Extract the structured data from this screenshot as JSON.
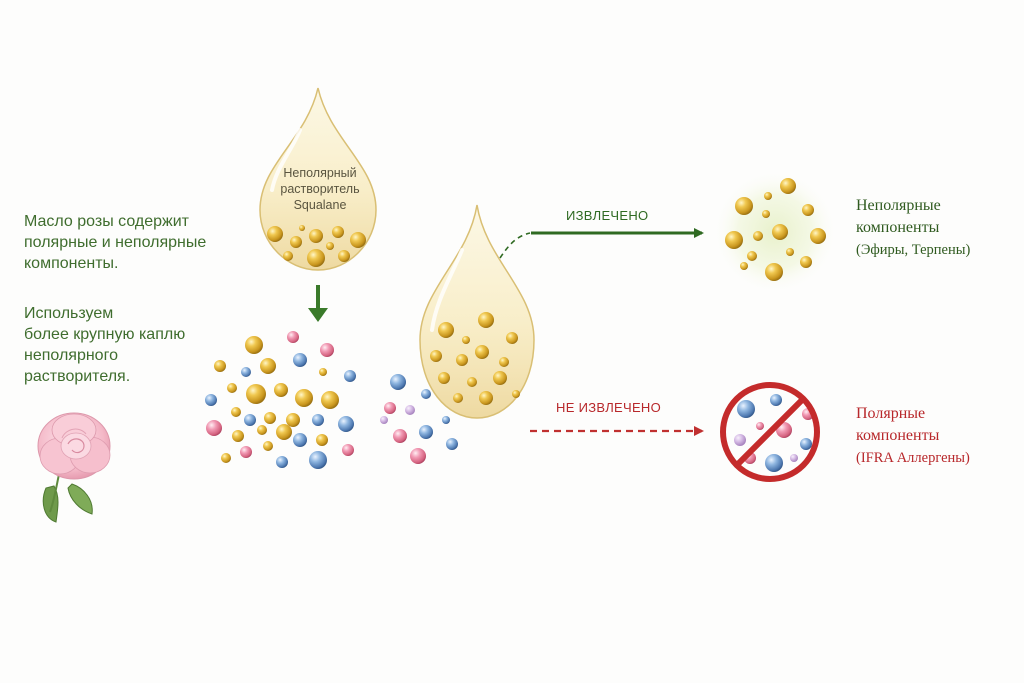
{
  "intro": {
    "lines": [
      "Масло розы содержит",
      "полярные и неполярные",
      "компоненты."
    ]
  },
  "method": {
    "lines": [
      "Используем",
      "более крупную каплю",
      "неполярного",
      "растворителя."
    ]
  },
  "solvent_drop": {
    "lines": [
      "Неполярный",
      "растворитель",
      "Squalane"
    ]
  },
  "extracted_arrow": {
    "label": "ИЗВЛЕЧЕНО",
    "color": "#2f6a22"
  },
  "not_extracted_arrow": {
    "label": "НЕ ИЗВЛЕЧЕНО",
    "color": "#c03030"
  },
  "nonpolar_result": {
    "title_lines": [
      "Неполярные",
      "компоненты"
    ],
    "detail": "(Эфиры, Терпены)"
  },
  "polar_result": {
    "title_lines": [
      "Полярные",
      "компоненты"
    ],
    "detail": "(IFRA Аллергены)"
  },
  "icons": [
    "rose-icon",
    "solvent-drop-icon",
    "down-arrow-icon",
    "molecule-cluster-icon",
    "extraction-drop-icon",
    "prohibited-icon"
  ],
  "colors": {
    "gold": "#d9a92a",
    "blue": "#5f8fc4",
    "pink": "#e37c9b",
    "lavender": "#c8a9d8",
    "green_text": "#3f6d2e",
    "red_text": "#b8282b"
  }
}
